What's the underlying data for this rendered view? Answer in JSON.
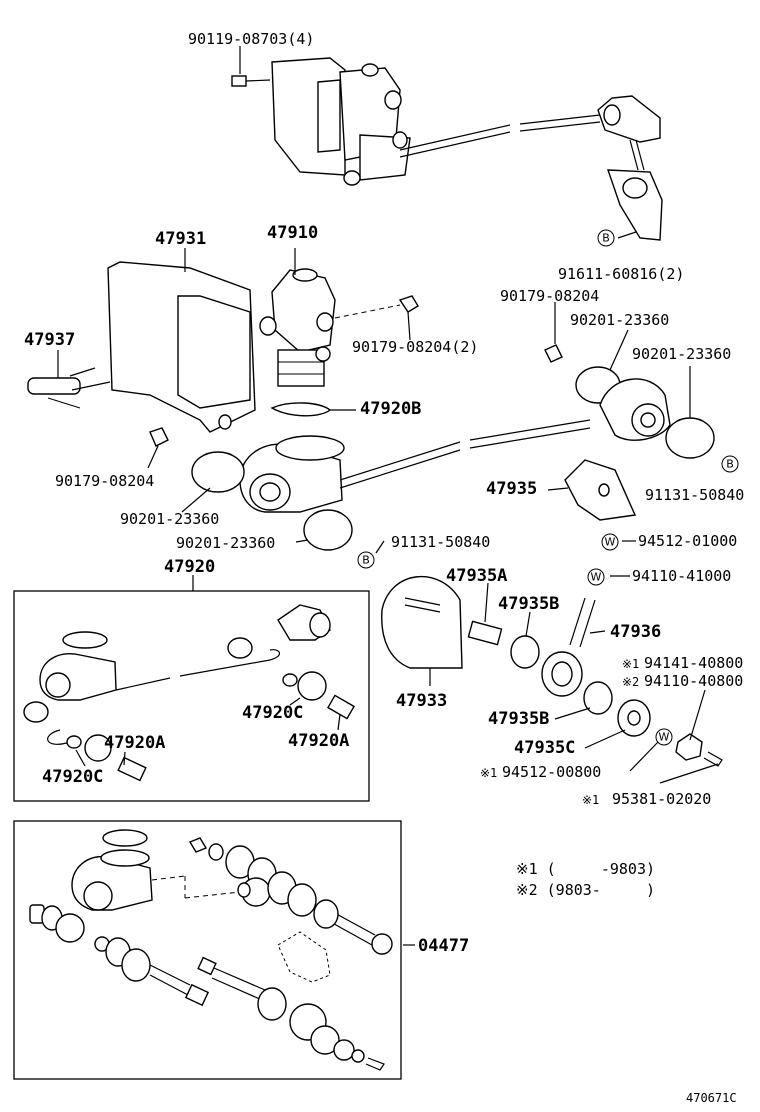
{
  "labels": {
    "p90119": "90119-08703(4)",
    "p47931": "47931",
    "p47910": "47910",
    "p91611": "91611-60816(2)",
    "p90179a": "90179-08204",
    "p47937": "47937",
    "p90179b": "90179-08204(2)",
    "p90201a": "90201-23360",
    "p90201b": "90201-23360",
    "p47920B": "47920B",
    "p90179c": "90179-08204",
    "p47935": "47935",
    "p91131a": "91131-50840",
    "p90201c": "90201-23360",
    "p90201d": "90201-23360",
    "p91131b": "91131-50840",
    "p94512a": "94512-01000",
    "p47920": "47920",
    "p47935A": "47935A",
    "p94110a": "94110-41000",
    "p47935B1": "47935B",
    "p47936": "47936",
    "p94141": "94141-40800",
    "p94110b": "94110-40800",
    "p47933": "47933",
    "p47920A1": "47920A",
    "p47920C1": "47920C",
    "p47920A2": "47920A",
    "p47920C2": "47920C",
    "p47935B2": "47935B",
    "p47935C": "47935C",
    "p94512b": "94512-00800",
    "p95381": "95381-02020",
    "p04477": "04477",
    "note1": "※1 (     -9803)",
    "note2": "※2 (9803-     )",
    "mark1": "※1",
    "mark2": "※2",
    "mark3": "※1",
    "mark4": "※1",
    "code": "470671C",
    "circB": "B",
    "circW": "W"
  }
}
